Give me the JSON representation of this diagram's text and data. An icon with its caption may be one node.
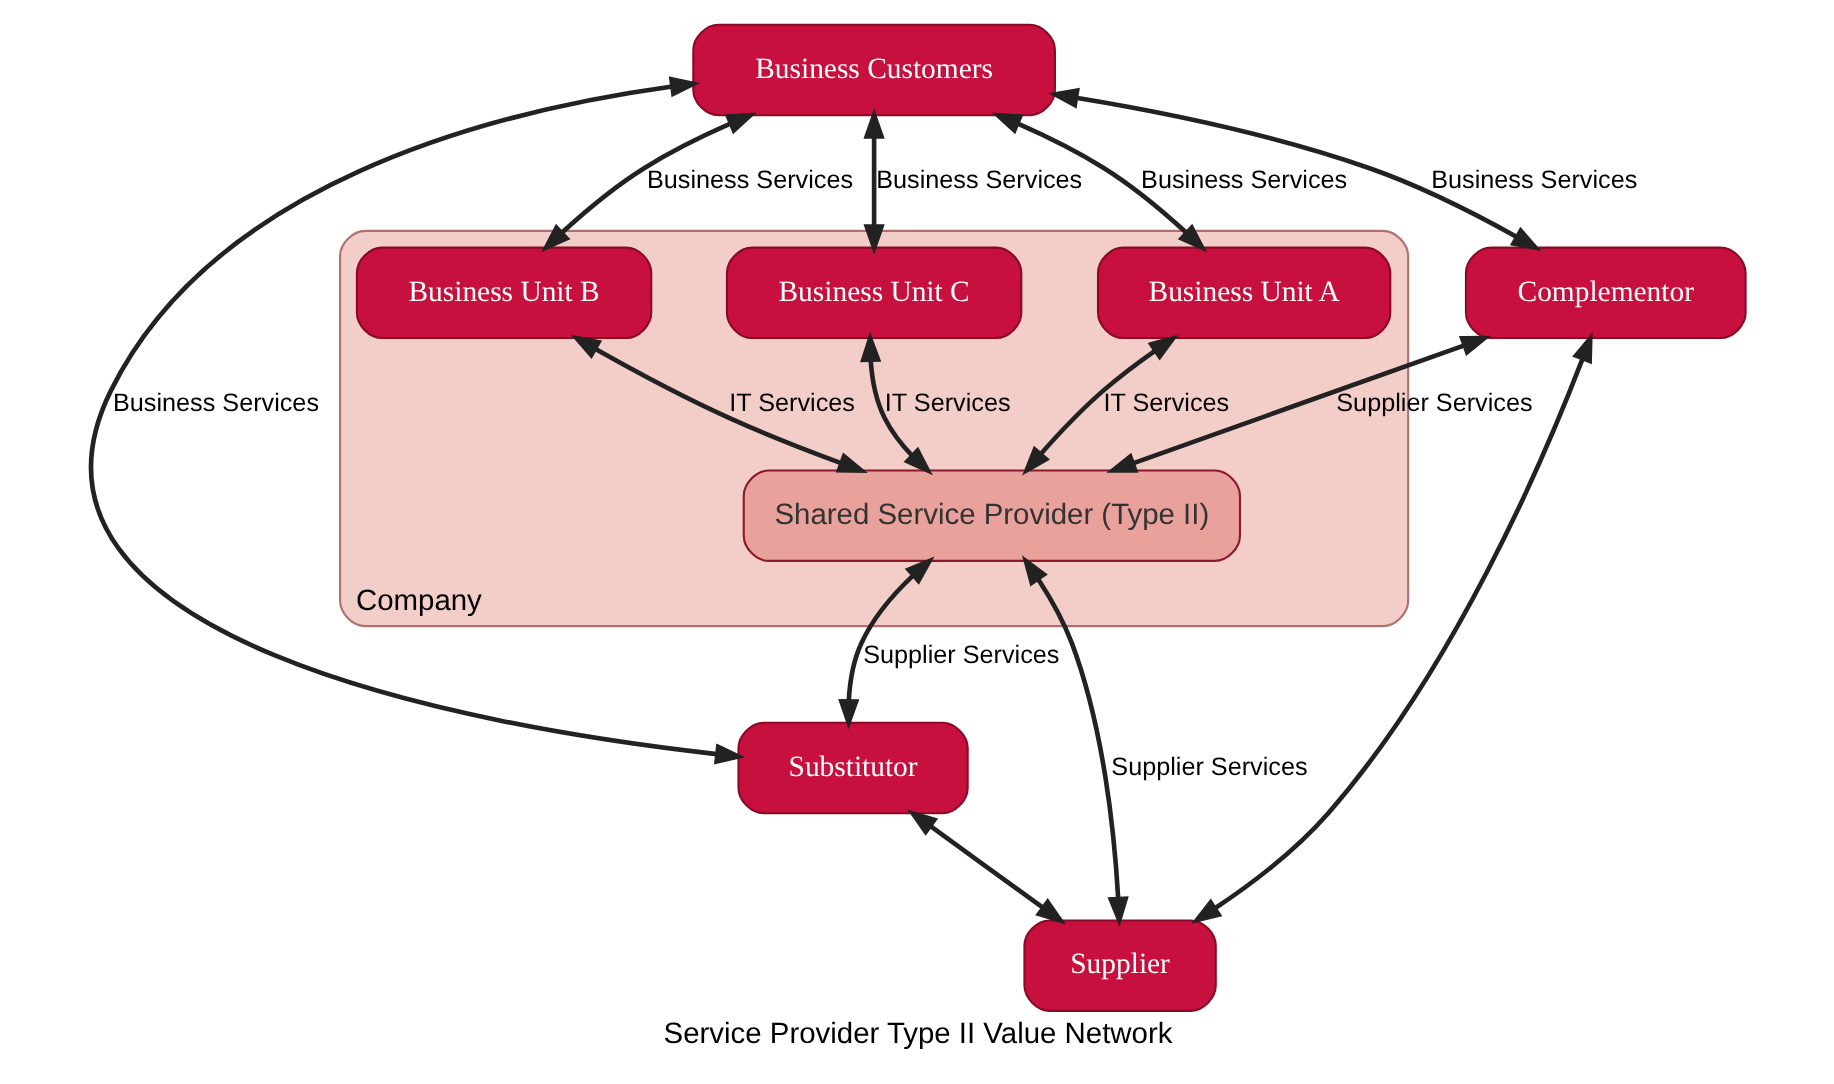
{
  "diagram": {
    "caption": "Service Provider Type II Value Network",
    "nodes": [
      {
        "text": [
          "Business Customers"
        ]
      },
      {
        "text": [
          "Company"
        ]
      },
      {
        "text": [
          "Business Unit A"
        ],
        "in": 1
      },
      {
        "text": [
          "Business Unit B"
        ],
        "in": 1
      },
      {
        "text": [
          "Business Unit C"
        ],
        "in": 1
      },
      {
        "text": [
          "Shared Service Provider (Type II)"
        ],
        "in": 1
      },
      {
        "text": [
          "Complementor"
        ]
      },
      {
        "text": [
          "Substitutor"
        ]
      },
      {
        "text": [
          "Supplier"
        ]
      }
    ],
    "edges": [
      {
        "from": 0,
        "to": 6,
        "arrow": "both",
        "label": "Business Services"
      },
      {
        "from": 0,
        "to": 7,
        "arrow": "both",
        "label": "Business Services"
      },
      {
        "from": 0,
        "to": 2,
        "arrow": "both",
        "label": "Business Services"
      },
      {
        "from": 0,
        "to": 3,
        "arrow": "both",
        "label": "Business Services"
      },
      {
        "from": 0,
        "to": 4,
        "arrow": "both",
        "label": "Business Services"
      },
      {
        "from": 2,
        "to": 5,
        "arrow": "both",
        "label": "IT Services"
      },
      {
        "from": 3,
        "to": 5,
        "arrow": "both",
        "label": "IT Services"
      },
      {
        "from": 4,
        "to": 5,
        "arrow": "both",
        "label": "IT Services"
      },
      {
        "from": 6,
        "to": 5,
        "arrow": "both",
        "label": "Supplier Services"
      },
      {
        "from": 5,
        "to": 7,
        "arrow": "both",
        "label": "Supplier Services"
      },
      {
        "from": 5,
        "to": 8,
        "arrow": "both",
        "label": "Supplier Services"
      },
      {
        "from": 6,
        "to": 8,
        "arrow": "both"
      },
      {
        "from": 7,
        "to": 8,
        "arrow": "both"
      }
    ]
  }
}
